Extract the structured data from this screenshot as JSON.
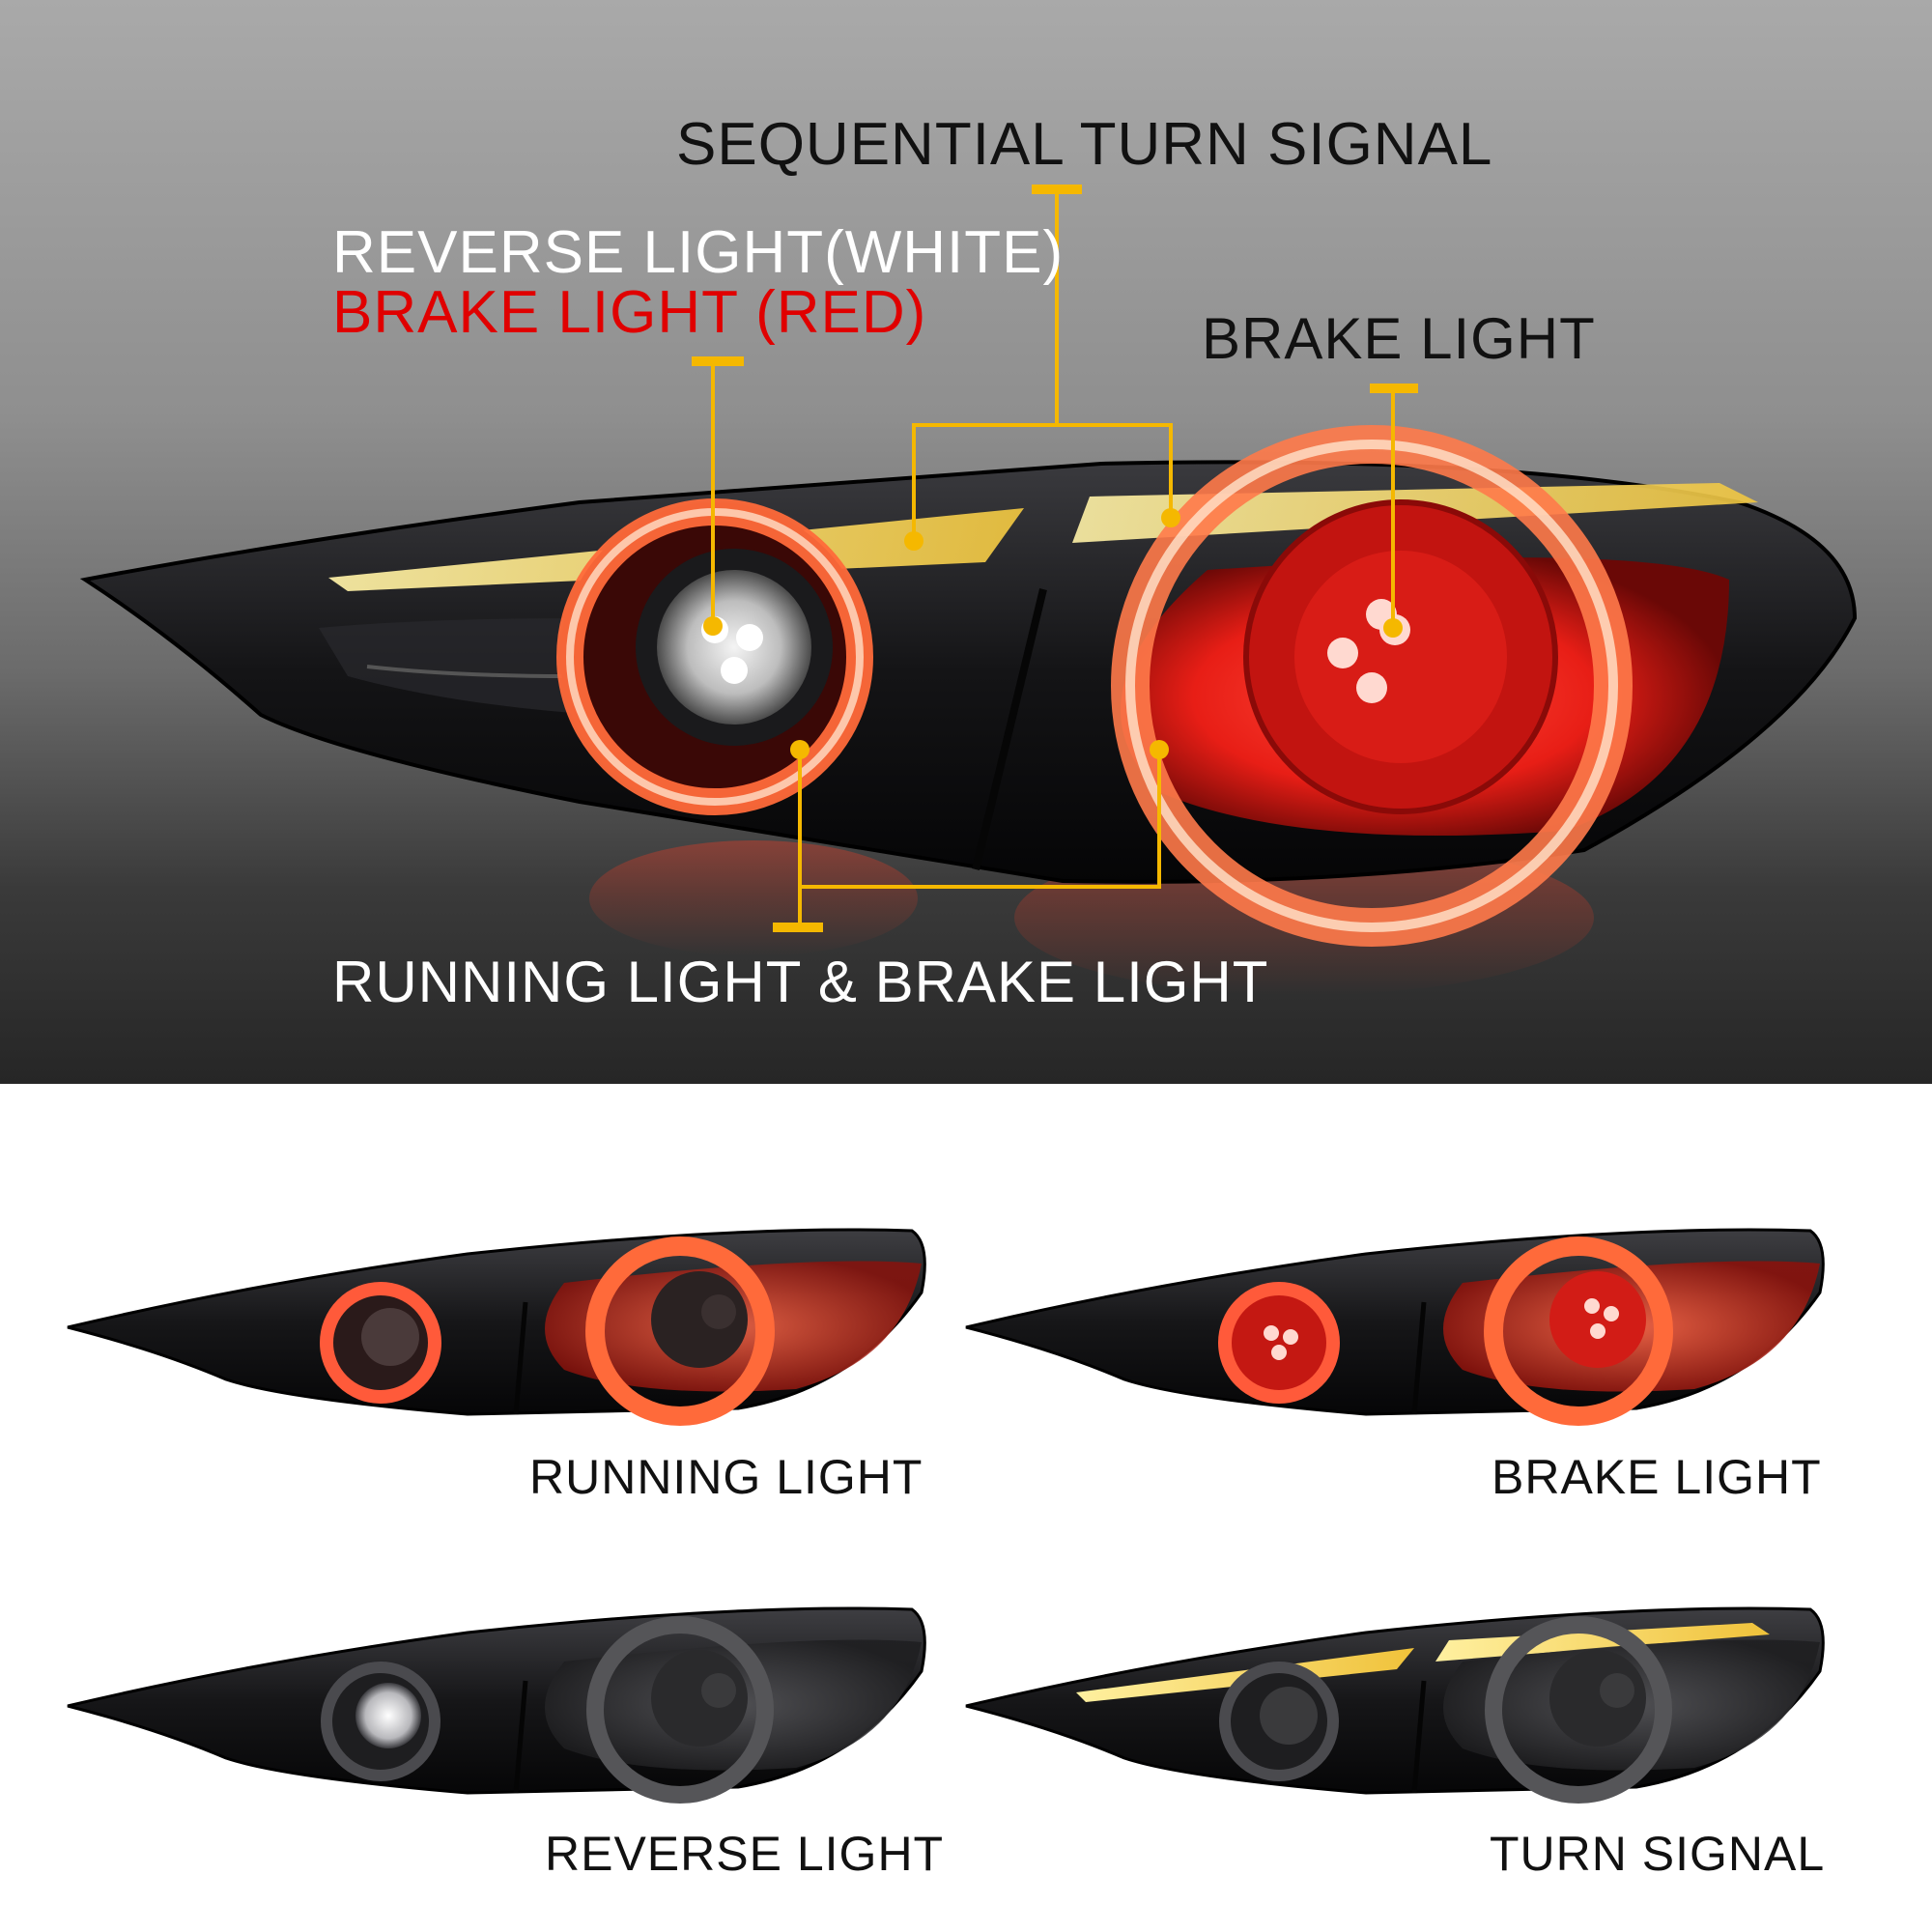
{
  "hero": {
    "label_sequential": "SEQUENTIAL TURN SIGNAL",
    "label_reverse": "REVERSE LIGHT(WHITE)",
    "label_brake_red": "BRAKE LIGHT (RED)",
    "label_brake": "BRAKE LIGHT",
    "label_running_brake": "RUNNING LIGHT & BRAKE LIGHT"
  },
  "panels": {
    "running": "RUNNING LIGHT",
    "brake": "BRAKE LIGHT",
    "reverse": "REVERSE LIGHT",
    "turn": "TURN SIGNAL"
  },
  "colors": {
    "callout": "#f5b800",
    "brake_label": "#e00000",
    "glow_red": "#ff3a2a",
    "turn_amber": "#f7d23a"
  }
}
